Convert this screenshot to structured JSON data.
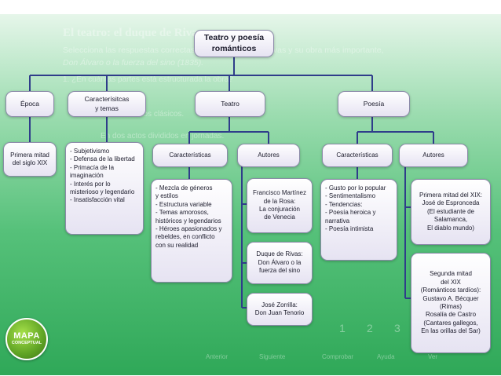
{
  "background_text": {
    "heading": "El teatro: el duque de Rivas",
    "line1": "Selecciona las respuestas correctas sobre el duque de Rivas y su obra más importante,",
    "line2": "Don Álvaro o la fuerza del sino (1835).",
    "q1": "1. ¿En cuántas partes está estructurada la obra?",
    "opt1": "En cinco actos clásicos.",
    "opt2": "En dos actos divididos en jornadas.",
    "pages": [
      "1",
      "2",
      "3"
    ],
    "footer": [
      "Anterior",
      "Siguiente",
      "Comprobar",
      "Ayuda",
      "Ver"
    ]
  },
  "logo": {
    "line1": "MAPA",
    "line2": "CONCEPTUAL"
  },
  "colors": {
    "line": "#2f3d8a",
    "box_border": "#8b8aa8",
    "bg_top": "#e6f6ea",
    "bg_bottom": "#2fa858",
    "logo": "#5fa324"
  },
  "diagram": {
    "root": "Teatro y poesía\nrománticos",
    "epoca": "Época",
    "epoca_value": "Primera mitad\ndel siglo XIX",
    "caracteristicas_temas": "Caracterísitcas\ny temas",
    "temas_list": "- Subjetivismo\n- Defensa de la libertad\n- Primacía de la\n  imaginación\n- Interés por lo\n  misterioso y legendario\n- Insatisfacción vital",
    "teatro": "Teatro",
    "teatro_caracteristicas": "Características",
    "teatro_caracteristicas_list": "- Mezcla de géneros\n  y estilos\n- Estructura variable\n- Temas amorosos,\n  históricos y legendarios\n- Héroes apasionados y\n  rebeldes, en conflicto\n  con su realidad",
    "teatro_autores": "Autores",
    "autor_martinez": "Francisco Martínez\nde la Rosa:\nLa conjuración\nde Venecia",
    "autor_rivas": "Duque de Rivas:\nDon Álvaro o la\nfuerza del sino",
    "autor_zorrilla": "José Zorrilla:\nDon Juan Tenorio",
    "poesia": "Poesía",
    "poesia_caracteristicas": "Características",
    "poesia_caracteristicas_list": "- Gusto por lo popular\n- Sentimentalismo\n- Tendencias:\n- Poesía heroica y\n  narrativa\n- Poesía intimista",
    "poesia_autores": "Autores",
    "poesia_autores_1": "Primera mitad del XIX:\nJosé de Espronceda\n(El estudiante de\nSalamanca,\nEl diablo mundo)",
    "poesia_autores_2": "Segunda mitad\ndel XIX\n(Románticos tardíos):\nGustavo A. Bécquer\n(Rimas)\nRosalía de Castro\n(Cantares gallegos,\nEn las orillas del Sar)"
  }
}
